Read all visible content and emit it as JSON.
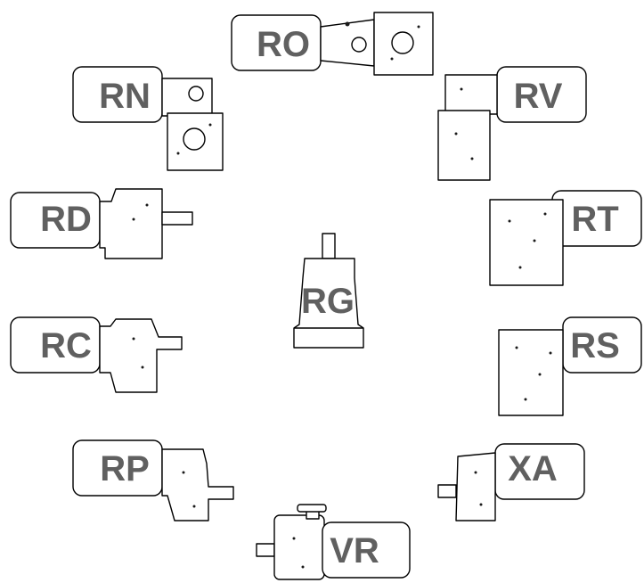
{
  "label_color": "#606060",
  "outline_color": "#000000",
  "models": [
    {
      "code": "RO",
      "icon": "gearmotor-ro-icon"
    },
    {
      "code": "RN",
      "icon": "gearmotor-rn-icon"
    },
    {
      "code": "RV",
      "icon": "gearmotor-rv-icon"
    },
    {
      "code": "RD",
      "icon": "gearmotor-rd-icon"
    },
    {
      "code": "RT",
      "icon": "gearmotor-rt-icon"
    },
    {
      "code": "RG",
      "icon": "gearmotor-rg-icon"
    },
    {
      "code": "RC",
      "icon": "gearmotor-rc-icon"
    },
    {
      "code": "RS",
      "icon": "gearmotor-rs-icon"
    },
    {
      "code": "RP",
      "icon": "gearmotor-rp-icon"
    },
    {
      "code": "XA",
      "icon": "gearmotor-xa-icon"
    },
    {
      "code": "VR",
      "icon": "gearmotor-vr-icon"
    }
  ]
}
